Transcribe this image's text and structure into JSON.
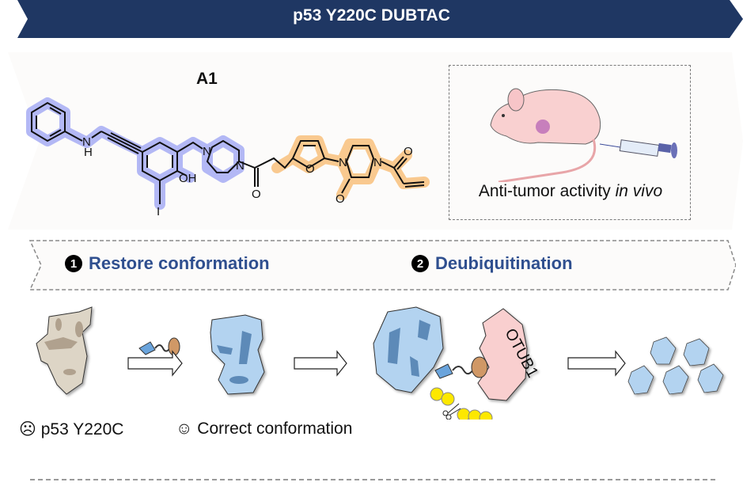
{
  "banner": {
    "title": "p53 Y220C DUBTAC",
    "color": "#1f3763"
  },
  "compound": {
    "label": "A1",
    "atoms": {
      "nh_n": "N",
      "nh_h": "H",
      "oh": "OH",
      "iodo": "I",
      "pip_n1": "N",
      "pip_n2": "N",
      "amide_o": "O",
      "furan_o": "O",
      "pz_n1": "N",
      "pz_n2": "N",
      "pz_o": "O",
      "acryl_o": "O"
    },
    "highlight_colors": {
      "ligand": "#b3b8f5",
      "recruiter": "#f9c98f"
    }
  },
  "in_vivo": {
    "caption_prefix": "Anti-tumor activity ",
    "caption_italic": "in vivo"
  },
  "steps": [
    {
      "number": "1",
      "label": "Restore conformation"
    },
    {
      "number": "2",
      "label": "Deubiquitination"
    }
  ],
  "process": {
    "otub1_label": "OTUB1",
    "captions": [
      {
        "icon": "☹",
        "text": "p53 Y220C"
      },
      {
        "icon": "☺",
        "text": "Correct conformation"
      }
    ],
    "colors": {
      "mutant": "#ddd5c6",
      "mutant_dark": "#b0a18e",
      "folded": "#b3d3f0",
      "folded_dark": "#5d8ab8",
      "otub1": "#f9cfcf",
      "ubiquitin": "#fde800",
      "ligand_blue": "#6aa4dc",
      "ligand_brown": "#d09866",
      "step_text": "#2f4f8f"
    }
  }
}
